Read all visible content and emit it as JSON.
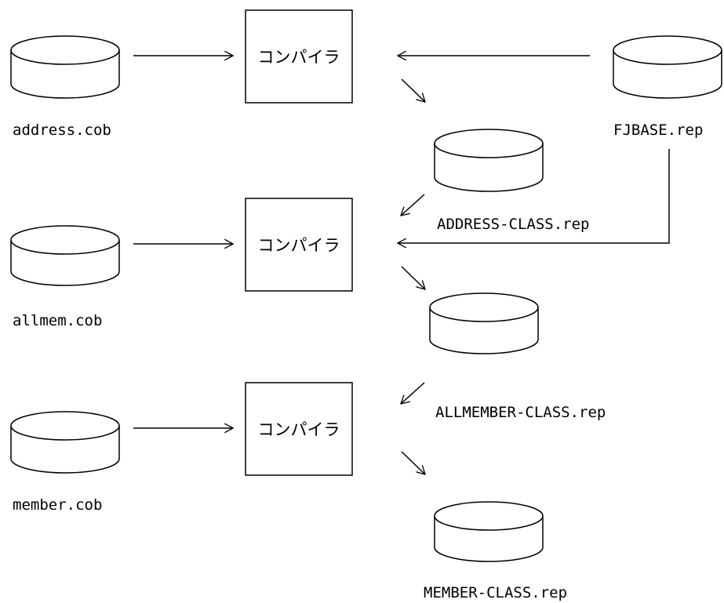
{
  "compiler": {
    "label": "コンパイラ"
  },
  "sources": {
    "address": "address.cob",
    "allmem": "allmem.cob",
    "member": "member.cob"
  },
  "repositories": {
    "fjbase": "FJBASE.rep",
    "address_class": "ADDRESS-CLASS.rep",
    "allmember_class": "ALLMEMBER-CLASS.rep",
    "member_class": "MEMBER-CLASS.rep"
  }
}
